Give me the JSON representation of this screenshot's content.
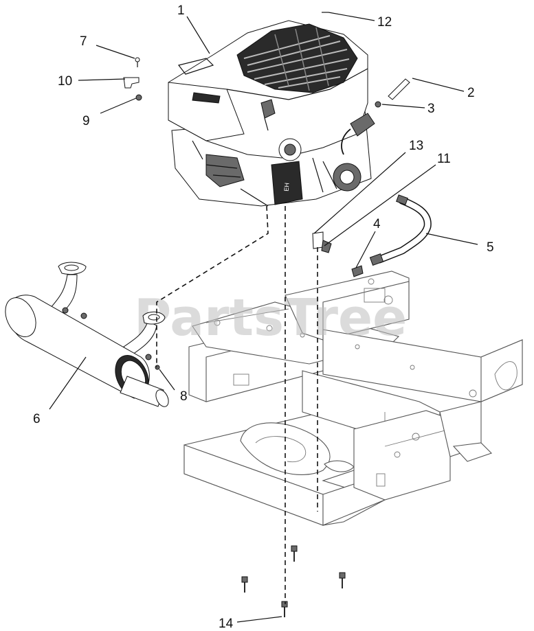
{
  "watermark": "PartsTree",
  "callouts": [
    {
      "id": "1",
      "label": "1"
    },
    {
      "id": "2",
      "label": "2"
    },
    {
      "id": "3",
      "label": "3"
    },
    {
      "id": "4",
      "label": "4"
    },
    {
      "id": "5",
      "label": "5"
    },
    {
      "id": "6",
      "label": "6"
    },
    {
      "id": "7",
      "label": "7"
    },
    {
      "id": "8",
      "label": "8"
    },
    {
      "id": "9",
      "label": "9"
    },
    {
      "id": "10",
      "label": "10"
    },
    {
      "id": "11",
      "label": "11"
    },
    {
      "id": "12",
      "label": "12"
    },
    {
      "id": "13",
      "label": "13"
    },
    {
      "id": "14",
      "label": "14"
    }
  ],
  "parts": {
    "engine": "engine-icon",
    "muffler": "muffler-icon",
    "fuel_hose": "fuel-hose-icon",
    "frame": "mower-frame-icon",
    "bolt": "bolt-icon"
  }
}
